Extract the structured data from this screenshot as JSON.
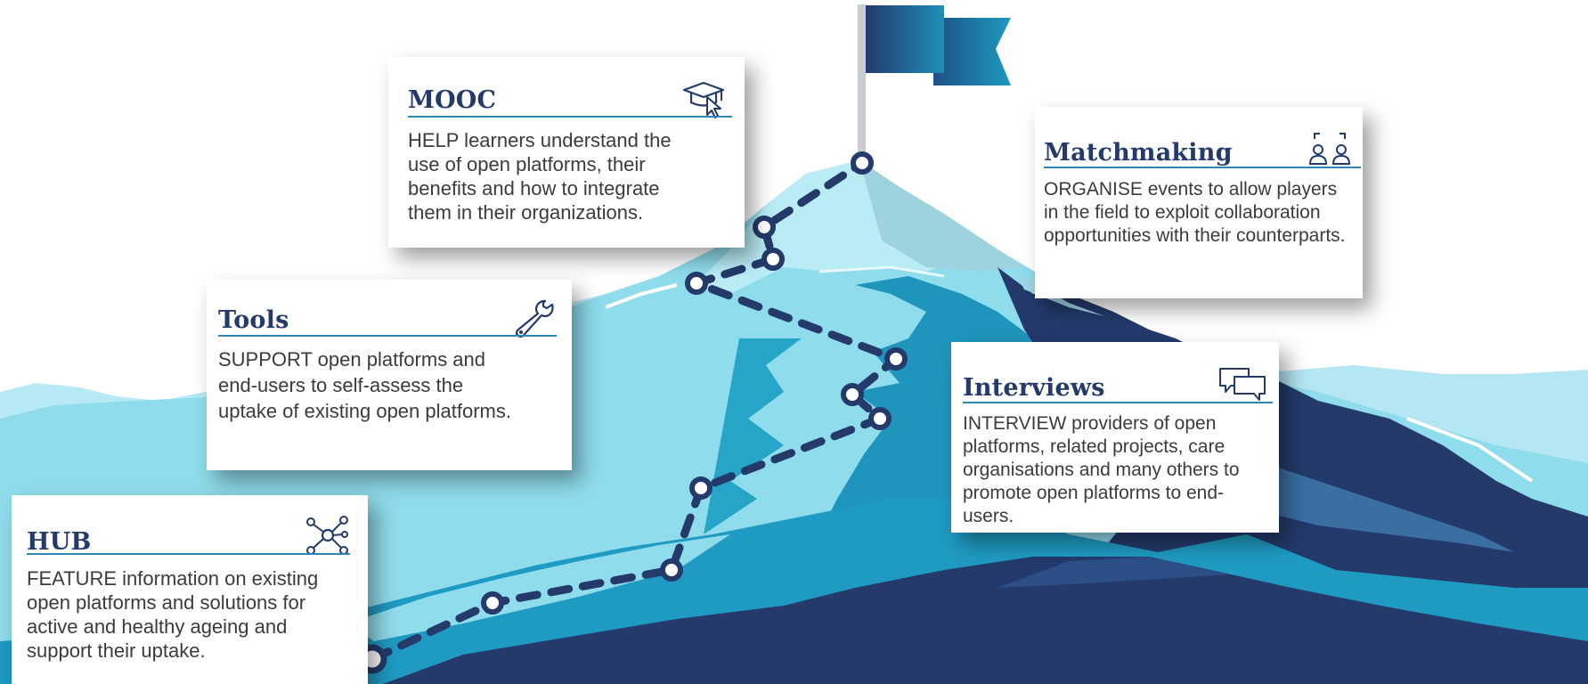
{
  "colors": {
    "navy": "#233a6b",
    "accent_rule": "#2e86b6",
    "peak_light": "#a9e3ef",
    "peak_mid": "#8fd8ea",
    "peak_dark": "#1f95bd",
    "mountain_deep": "#233a6b",
    "flag": "#1b6c9a"
  },
  "path_stops": 12,
  "cards": {
    "mooc": {
      "title": "MOOC",
      "icon": "graduation-cap-cursor-icon",
      "body": "HELP learners understand the use of open platforms, their benefits and how to integrate them in their organizations."
    },
    "matchmaking": {
      "title": "Matchmaking",
      "icon": "people-network-icon",
      "body": "ORGANISE events to allow players in the field to exploit collaboration opportunities with their counterparts."
    },
    "tools": {
      "title": "Tools",
      "icon": "wrench-icon",
      "body": "SUPPORT open platforms and end-users to self-assess the uptake of existing open platforms."
    },
    "interviews": {
      "title": "Interviews",
      "icon": "chat-bubbles-icon",
      "body": "INTERVIEW providers of open platforms, related projects, care organisations and many others to  promote open platforms to end-users."
    },
    "hub": {
      "title": "HUB",
      "icon": "hub-network-icon",
      "body": "FEATURE  information on existing open platforms and solutions for active and healthy ageing and support their uptake."
    }
  }
}
